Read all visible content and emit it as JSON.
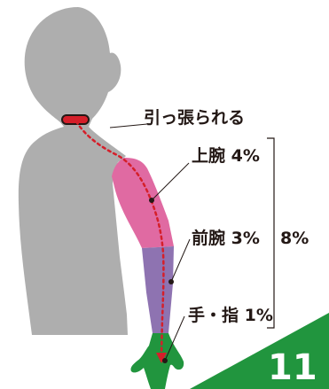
{
  "labels": {
    "pulled": "引っ張られる",
    "upper_arm": "上腕 4%",
    "forearm": "前腕 3%",
    "hand": "手・指 1%",
    "total": "8%"
  },
  "corner_number": "11",
  "segments": [
    {
      "name": "上腕",
      "percent": 4
    },
    {
      "name": "前腕",
      "percent": 3
    },
    {
      "name": "手・指",
      "percent": 1
    }
  ],
  "total_percent": 8,
  "colors": {
    "body": "#aeaeae",
    "upper_arm": "#e06aa2",
    "forearm": "#8e73b1",
    "hand": "#21953e",
    "nerve_line": "#d51f2a",
    "tag": "#d51f2a",
    "corner_triangle": "#21953e",
    "corner_text": "#ffffff",
    "text": "#231815"
  },
  "icons": {
    "nerve": "dotted-arrow",
    "neck_tag": "red-tab"
  }
}
